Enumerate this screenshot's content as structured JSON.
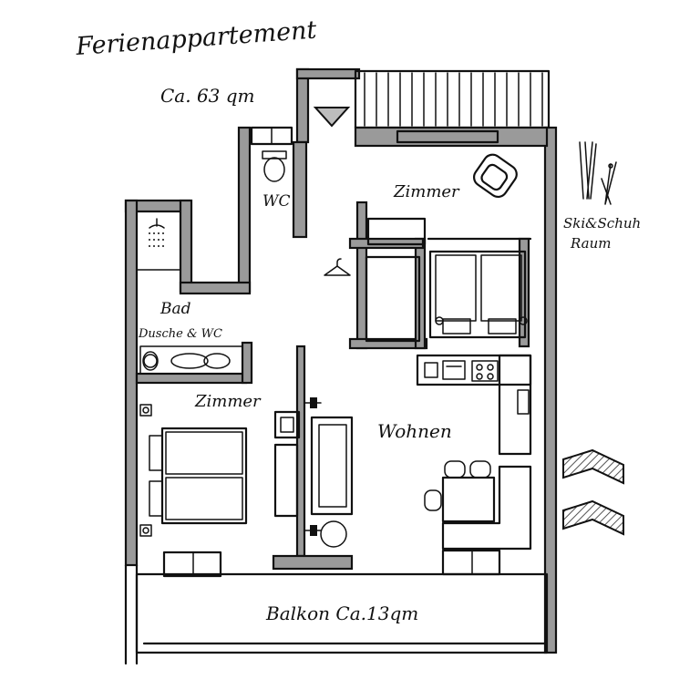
{
  "title": "Ferienappartement",
  "area": "Ca. 63 qm",
  "rooms": {
    "wc": "WC",
    "bad": "Bad",
    "bad_sub": "Dusche & WC",
    "zimmer_top": "Zimmer",
    "zimmer_left": "Zimmer",
    "wohnen": "Wohnen",
    "ski_line1": "Ski&Schuh",
    "ski_line2": "Raum",
    "balkon": "Balkon Ca.13qm"
  },
  "icons": [
    "entrance-triangle-icon",
    "toilet-icon",
    "shower-icon",
    "sink-icon",
    "hanger-icon",
    "armchair-icon",
    "bed-icon",
    "sofa-icon",
    "tv-icon",
    "stove-icon",
    "dining-table-icon",
    "ski-icon",
    "chevron-arrow-icon"
  ]
}
